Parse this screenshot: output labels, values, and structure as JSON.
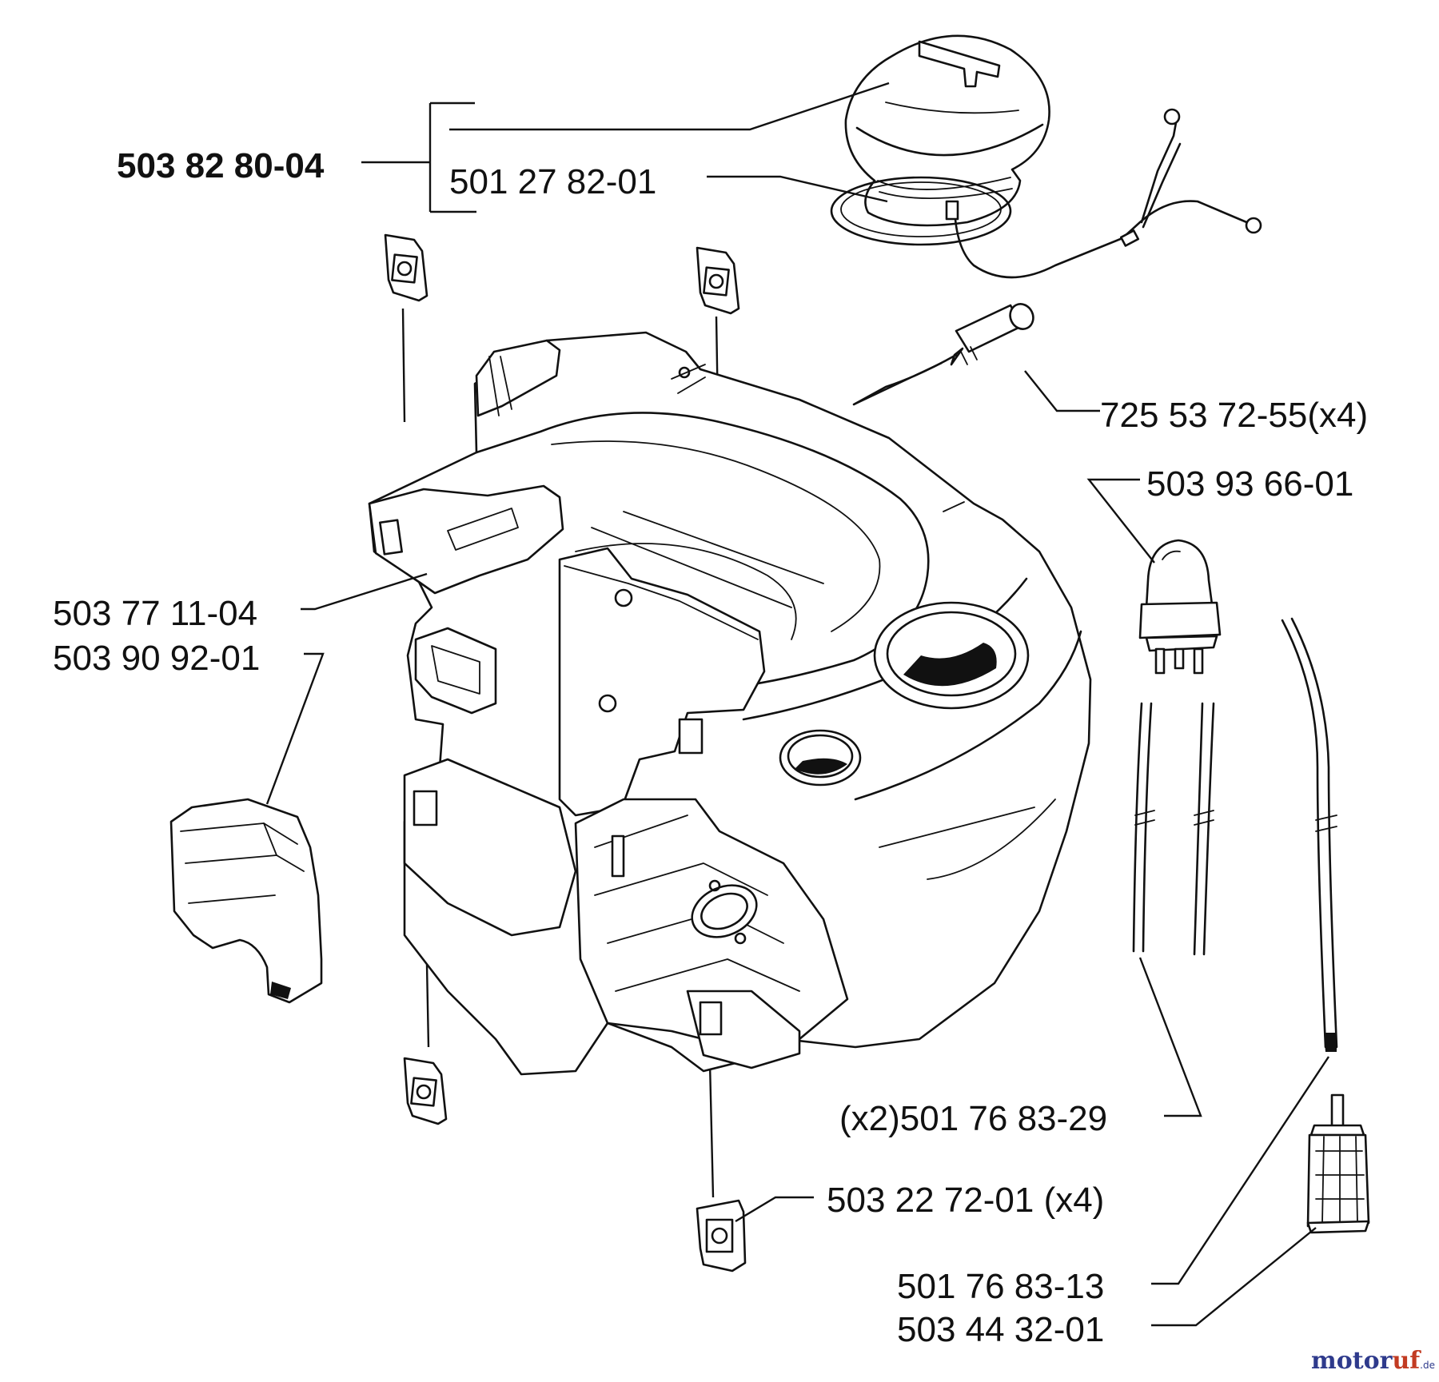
{
  "parts": {
    "cap_assembly": "503 82 80-04",
    "cap_seal": "501 27 82-01",
    "screw": "725 53 72-55(x4)",
    "primer_bulb": "503 93 66-01",
    "tank_cover": "503 77 11-04",
    "tank_insert": "503 90 92-01",
    "fuel_hose_pair": "(x2)501 76 83-29",
    "clip": "503 22 72-01 (x4)",
    "fuel_hose": "501 76 83-13",
    "fuel_filter": "503 44 32-01"
  },
  "watermark": {
    "brand_a": "motor",
    "brand_b": "uf",
    "suffix": ".de"
  }
}
